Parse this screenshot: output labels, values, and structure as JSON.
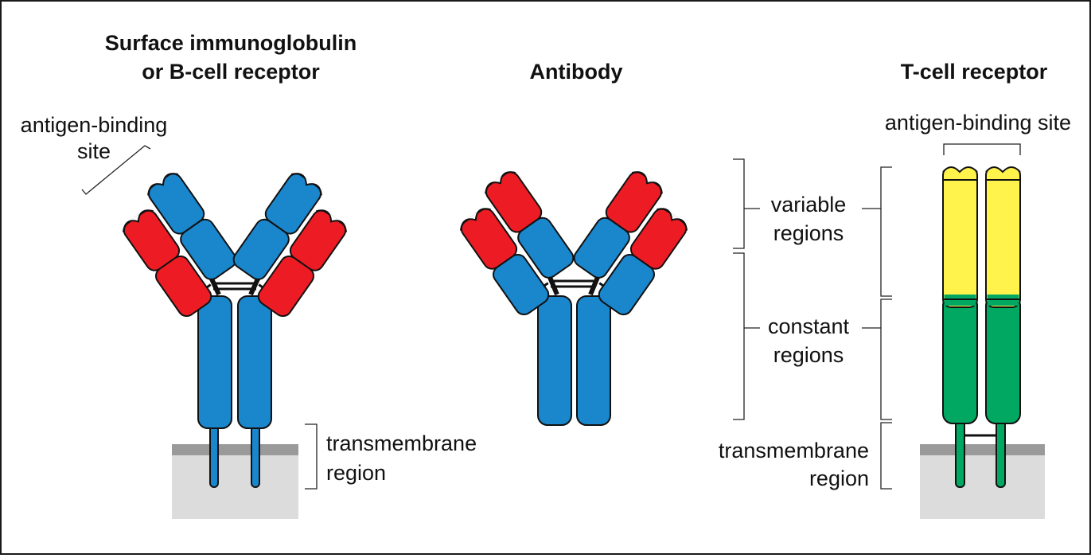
{
  "titles": {
    "bcr_line1": "Surface immunoglobulin",
    "bcr_line2": "or B-cell receptor",
    "antibody": "Antibody",
    "tcr": "T-cell receptor"
  },
  "labels": {
    "bcr_antigen_site_line1": "antigen-binding",
    "bcr_antigen_site_line2": "site",
    "bcr_transmembrane_line1": "transmembrane",
    "bcr_transmembrane_line2": "region",
    "variable_line1": "variable",
    "variable_line2": "regions",
    "constant_line1": "constant",
    "constant_line2": "regions",
    "tcr_antigen_site": "antigen-binding site",
    "tcr_transmembrane_line1": "transmembrane",
    "tcr_transmembrane_line2": "region"
  },
  "colors": {
    "heavy_chain": "#1a86cc",
    "light_chain": "#ed1c24",
    "tcr_variable": "#fff34c",
    "tcr_constant": "#00a862",
    "membrane_top": "#9a9a9a",
    "membrane_body": "#dcdcdd",
    "outline": "#111111"
  }
}
